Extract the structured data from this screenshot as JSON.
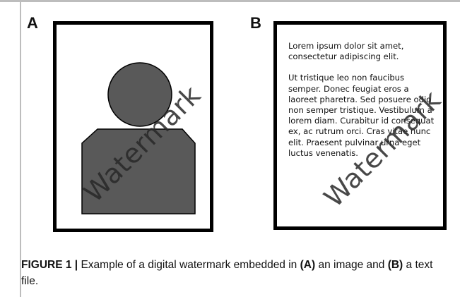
{
  "panel_a": {
    "label": "A",
    "watermark": "Watermark",
    "colors": {
      "figure_fill": "#595959",
      "frame": "#000000"
    }
  },
  "panel_b": {
    "label": "B",
    "paragraph_1": "Lorem ipsum dolor sit amet, consectetur adipiscing elit.",
    "paragraph_2": "Ut tristique leo non faucibus semper. Donec feugiat eros a laoreet pharetra. Sed posuere odio non semper tristique. Vestibulum a lorem diam. Curabitur id consequat ex, ac rutrum orci. Cras vitae nunc elit. Praesent pulvinar urna eget luctus venenatis.",
    "watermark": "Watermark"
  },
  "caption": {
    "figure_label": "FIGURE 1 |",
    "part_1": " Example of a digital watermark embedded in ",
    "ref_a": "(A)",
    "part_2": " an image and ",
    "ref_b": "(B)",
    "part_3": " a text file."
  }
}
